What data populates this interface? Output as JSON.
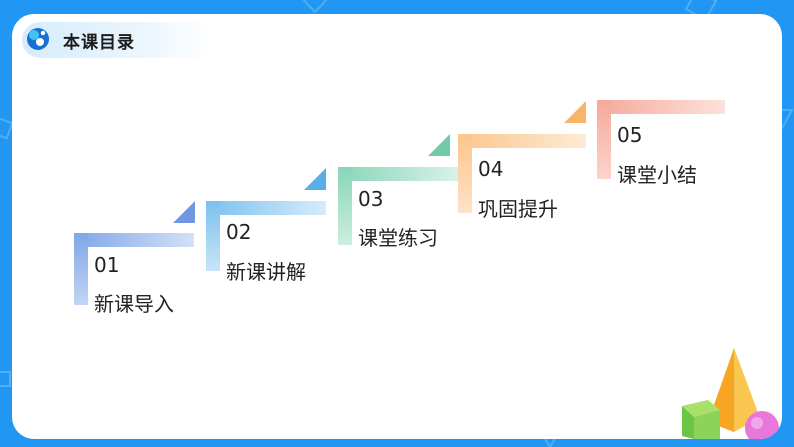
{
  "header": {
    "title": "本课目录",
    "logo_icon": "brand-logo-icon"
  },
  "steps": [
    {
      "number": "01",
      "label": "新课导入",
      "color": "#8fb3e8"
    },
    {
      "number": "02",
      "label": "新课讲解",
      "color": "#8ec8ee"
    },
    {
      "number": "03",
      "label": "课堂练习",
      "color": "#9bdcc2"
    },
    {
      "number": "04",
      "label": "巩固提升",
      "color": "#fcd2a2"
    },
    {
      "number": "05",
      "label": "课堂小结",
      "color": "#f7b9ad"
    }
  ],
  "decor": {
    "icons": [
      "cube-icon",
      "pyramid-icon",
      "sphere-icon"
    ]
  }
}
